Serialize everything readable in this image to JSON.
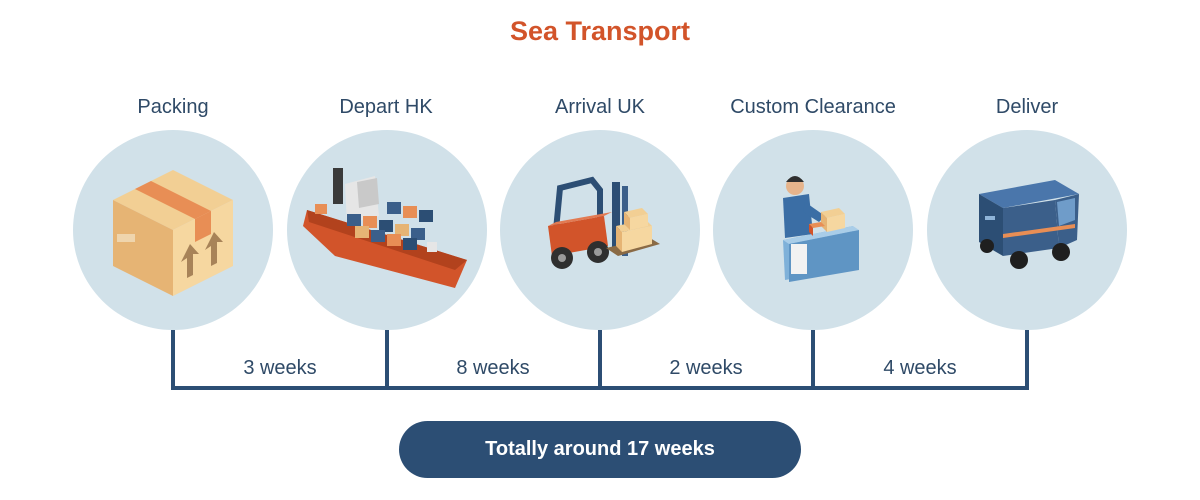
{
  "title": "Sea Transport",
  "stages": [
    {
      "label": "Packing",
      "icon": "box-icon"
    },
    {
      "label": "Depart HK",
      "icon": "cargo-ship-icon"
    },
    {
      "label": "Arrival UK",
      "icon": "forklift-icon"
    },
    {
      "label": "Custom Clearance",
      "icon": "customs-officer-icon"
    },
    {
      "label": "Deliver",
      "icon": "delivery-van-icon"
    }
  ],
  "durations": [
    "3 weeks",
    "8 weeks",
    "2 weeks",
    "4 weeks"
  ],
  "total": "Totally around 17 weeks",
  "colors": {
    "title": "#d2542a",
    "text": "#2f4a67",
    "circle": "#d1e1e9",
    "line": "#2c4e74",
    "pill": "#2c4e74"
  }
}
